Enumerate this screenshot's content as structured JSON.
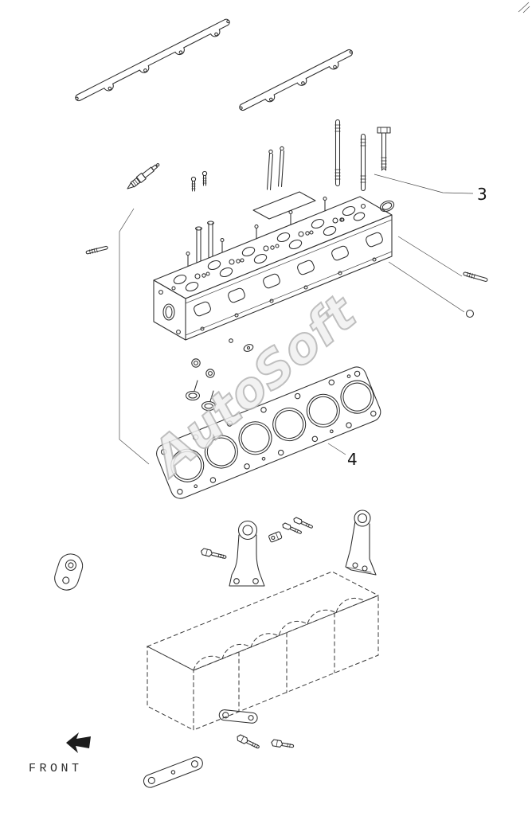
{
  "colors": {
    "line": "#2d2d2d",
    "background": "#ffffff",
    "watermark_fill": "#f0f0f0",
    "watermark_stroke": "#b4b4b4",
    "front_arrow": "#1c1c1c"
  },
  "watermark": "AutoSoft",
  "labels": {
    "callout_3": "3",
    "callout_4": "4",
    "front": "FRONT"
  }
}
